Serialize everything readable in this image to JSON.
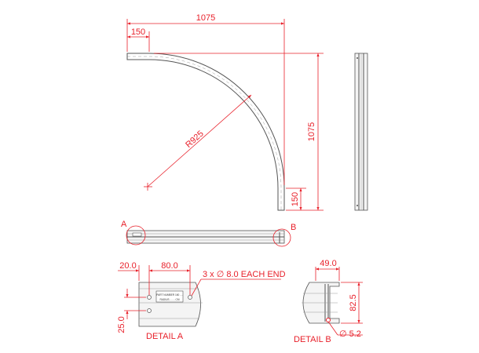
{
  "drawing": {
    "dims": {
      "overall_width": "1075",
      "straight_top": "150",
      "radius": "R925",
      "overall_height": "1075",
      "straight_right": "150"
    },
    "callouts": {
      "a": "A",
      "b": "B"
    },
    "detail_a": {
      "title": "DETAIL A",
      "dim_edge": "20.0",
      "dim_spacing": "80.0",
      "dim_vertical": "25.0",
      "holes_note": "3 x ∅ 8.0 EACH END",
      "label_line1": "PART NUMBER 160 ....",
      "label_line2": "RADIUS ....... CM"
    },
    "detail_b": {
      "title": "DETAIL B",
      "dim_width": "49.0",
      "dim_height": "82.5",
      "dim_hole": "∅ 5.2"
    },
    "colors": {
      "dimension": "#e8202a",
      "part": "#555555"
    }
  }
}
